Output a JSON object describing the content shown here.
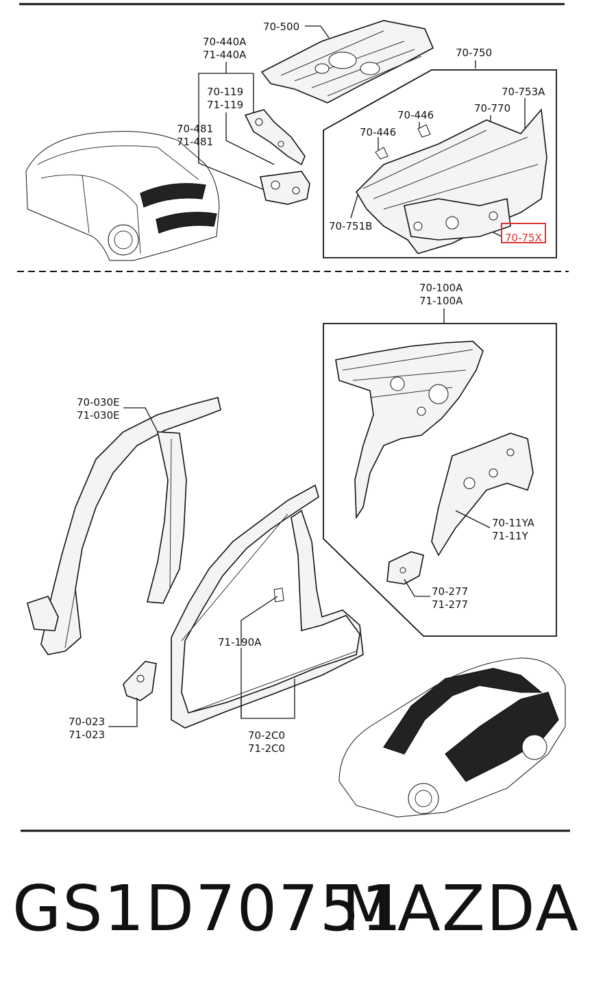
{
  "labels": {
    "p70_500": "70-500",
    "p70_440a": "70-440A",
    "p71_440a": "71-440A",
    "p70_750": "70-750",
    "p70_119": "70-119",
    "p71_119": "71-119",
    "p70_753a": "70-753A",
    "p70_446a": "70-446",
    "p70_770": "70-770",
    "p70_446b": "70-446",
    "p70_481": "70-481",
    "p71_481": "71-481",
    "p70_751b": "70-751B",
    "p70_75x": "70-75X",
    "p70_100a": "70-100A",
    "p71_100a": "71-100A",
    "p70_030e": "70-030E",
    "p71_030e": "71-030E",
    "p70_11ya": "70-11YA",
    "p71_11y": "71-11Y",
    "p70_277": "70-277",
    "p71_277": "71-277",
    "p71_190a": "71-190A",
    "p70_023": "70-023",
    "p71_023": "71-023",
    "p70_2c0": "70-2C0",
    "p71_2c0": "71-2C0"
  },
  "footer": {
    "part_number": "GS1D70751",
    "brand": "MAZDA"
  },
  "colors": {
    "highlight": "#e03030",
    "ink": "#111111"
  }
}
